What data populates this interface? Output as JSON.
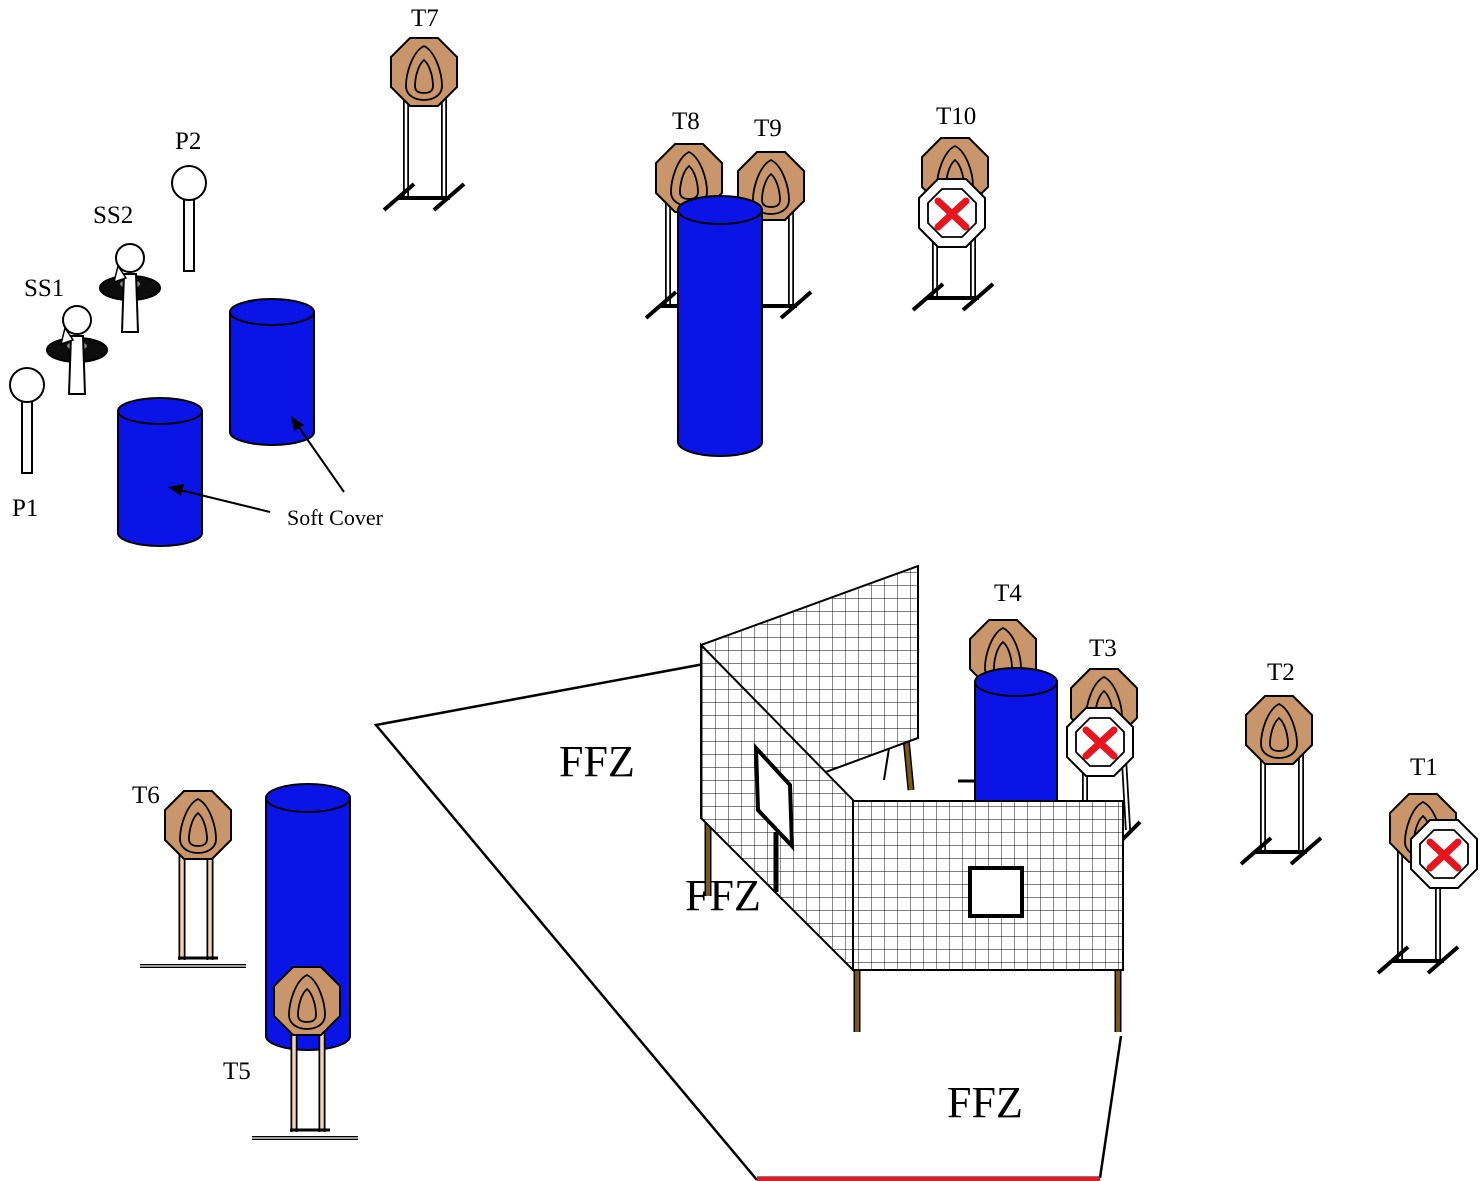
{
  "labels": {
    "T1": "T1",
    "T2": "T2",
    "T3": "T3",
    "T4": "T4",
    "T5": "T5",
    "T6": "T6",
    "T7": "T7",
    "T8": "T8",
    "T9": "T9",
    "T10": "T10",
    "P1": "P1",
    "P2": "P2",
    "SS1": "SS1",
    "SS2": "SS2",
    "soft_cover": "Soft Cover",
    "ffz_left": "FFZ",
    "ffz_mid": "FFZ",
    "ffz_bottom": "FFZ"
  },
  "colors": {
    "barrel_blue": "#0a14e6",
    "target_tan": "#c8966a",
    "fault_line_red": "#e8141e",
    "no_shoot_x": "#e8141e",
    "wall_leg": "#7a5a10",
    "stand_leg": "#f2d2b4"
  },
  "icons": {
    "shoot_target": "cardboard-target-icon",
    "no_shoot": "no-shoot-target-icon",
    "popper": "popper-icon",
    "swinger": "swinger-steel-icon",
    "barrel": "barrel-icon",
    "wall": "mesh-wall-icon"
  }
}
